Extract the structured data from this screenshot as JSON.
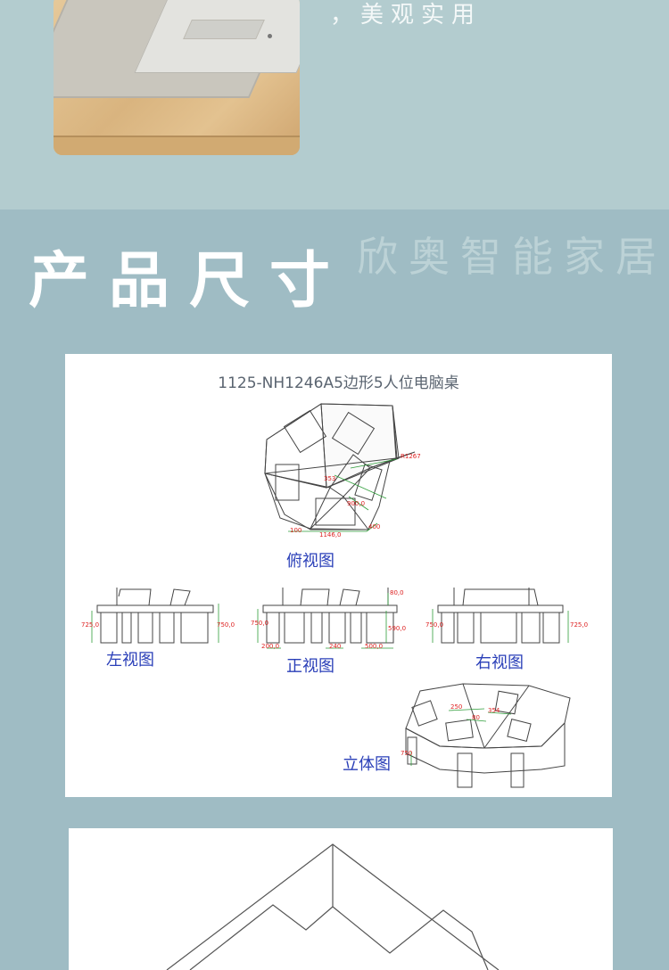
{
  "tagline": "，美观实用",
  "section": {
    "title": "产品尺寸",
    "brand": "欣奥智能家居"
  },
  "diagram": {
    "title": "1125-NH1246A5边形5人位电脑桌",
    "views": {
      "top": "俯视图",
      "left": "左视图",
      "front": "正视图",
      "right": "右视图",
      "iso": "立体图"
    },
    "dims": {
      "radius": "R1267",
      "inner": "353",
      "depth": "900,0",
      "left_edge": "100",
      "width": "1146,0",
      "corner": "400",
      "l_h1": "725,0",
      "l_h2": "750,0",
      "f_h1": "750,0",
      "f_top": "80,0",
      "f_h2": "590,0",
      "f_b1": "200,0",
      "f_b2": "240",
      "f_b3": "500,0",
      "r_h1": "750,0",
      "r_h2": "725,0",
      "i_a": "250",
      "i_b": "80",
      "i_c": "354",
      "i_d": "750"
    }
  }
}
